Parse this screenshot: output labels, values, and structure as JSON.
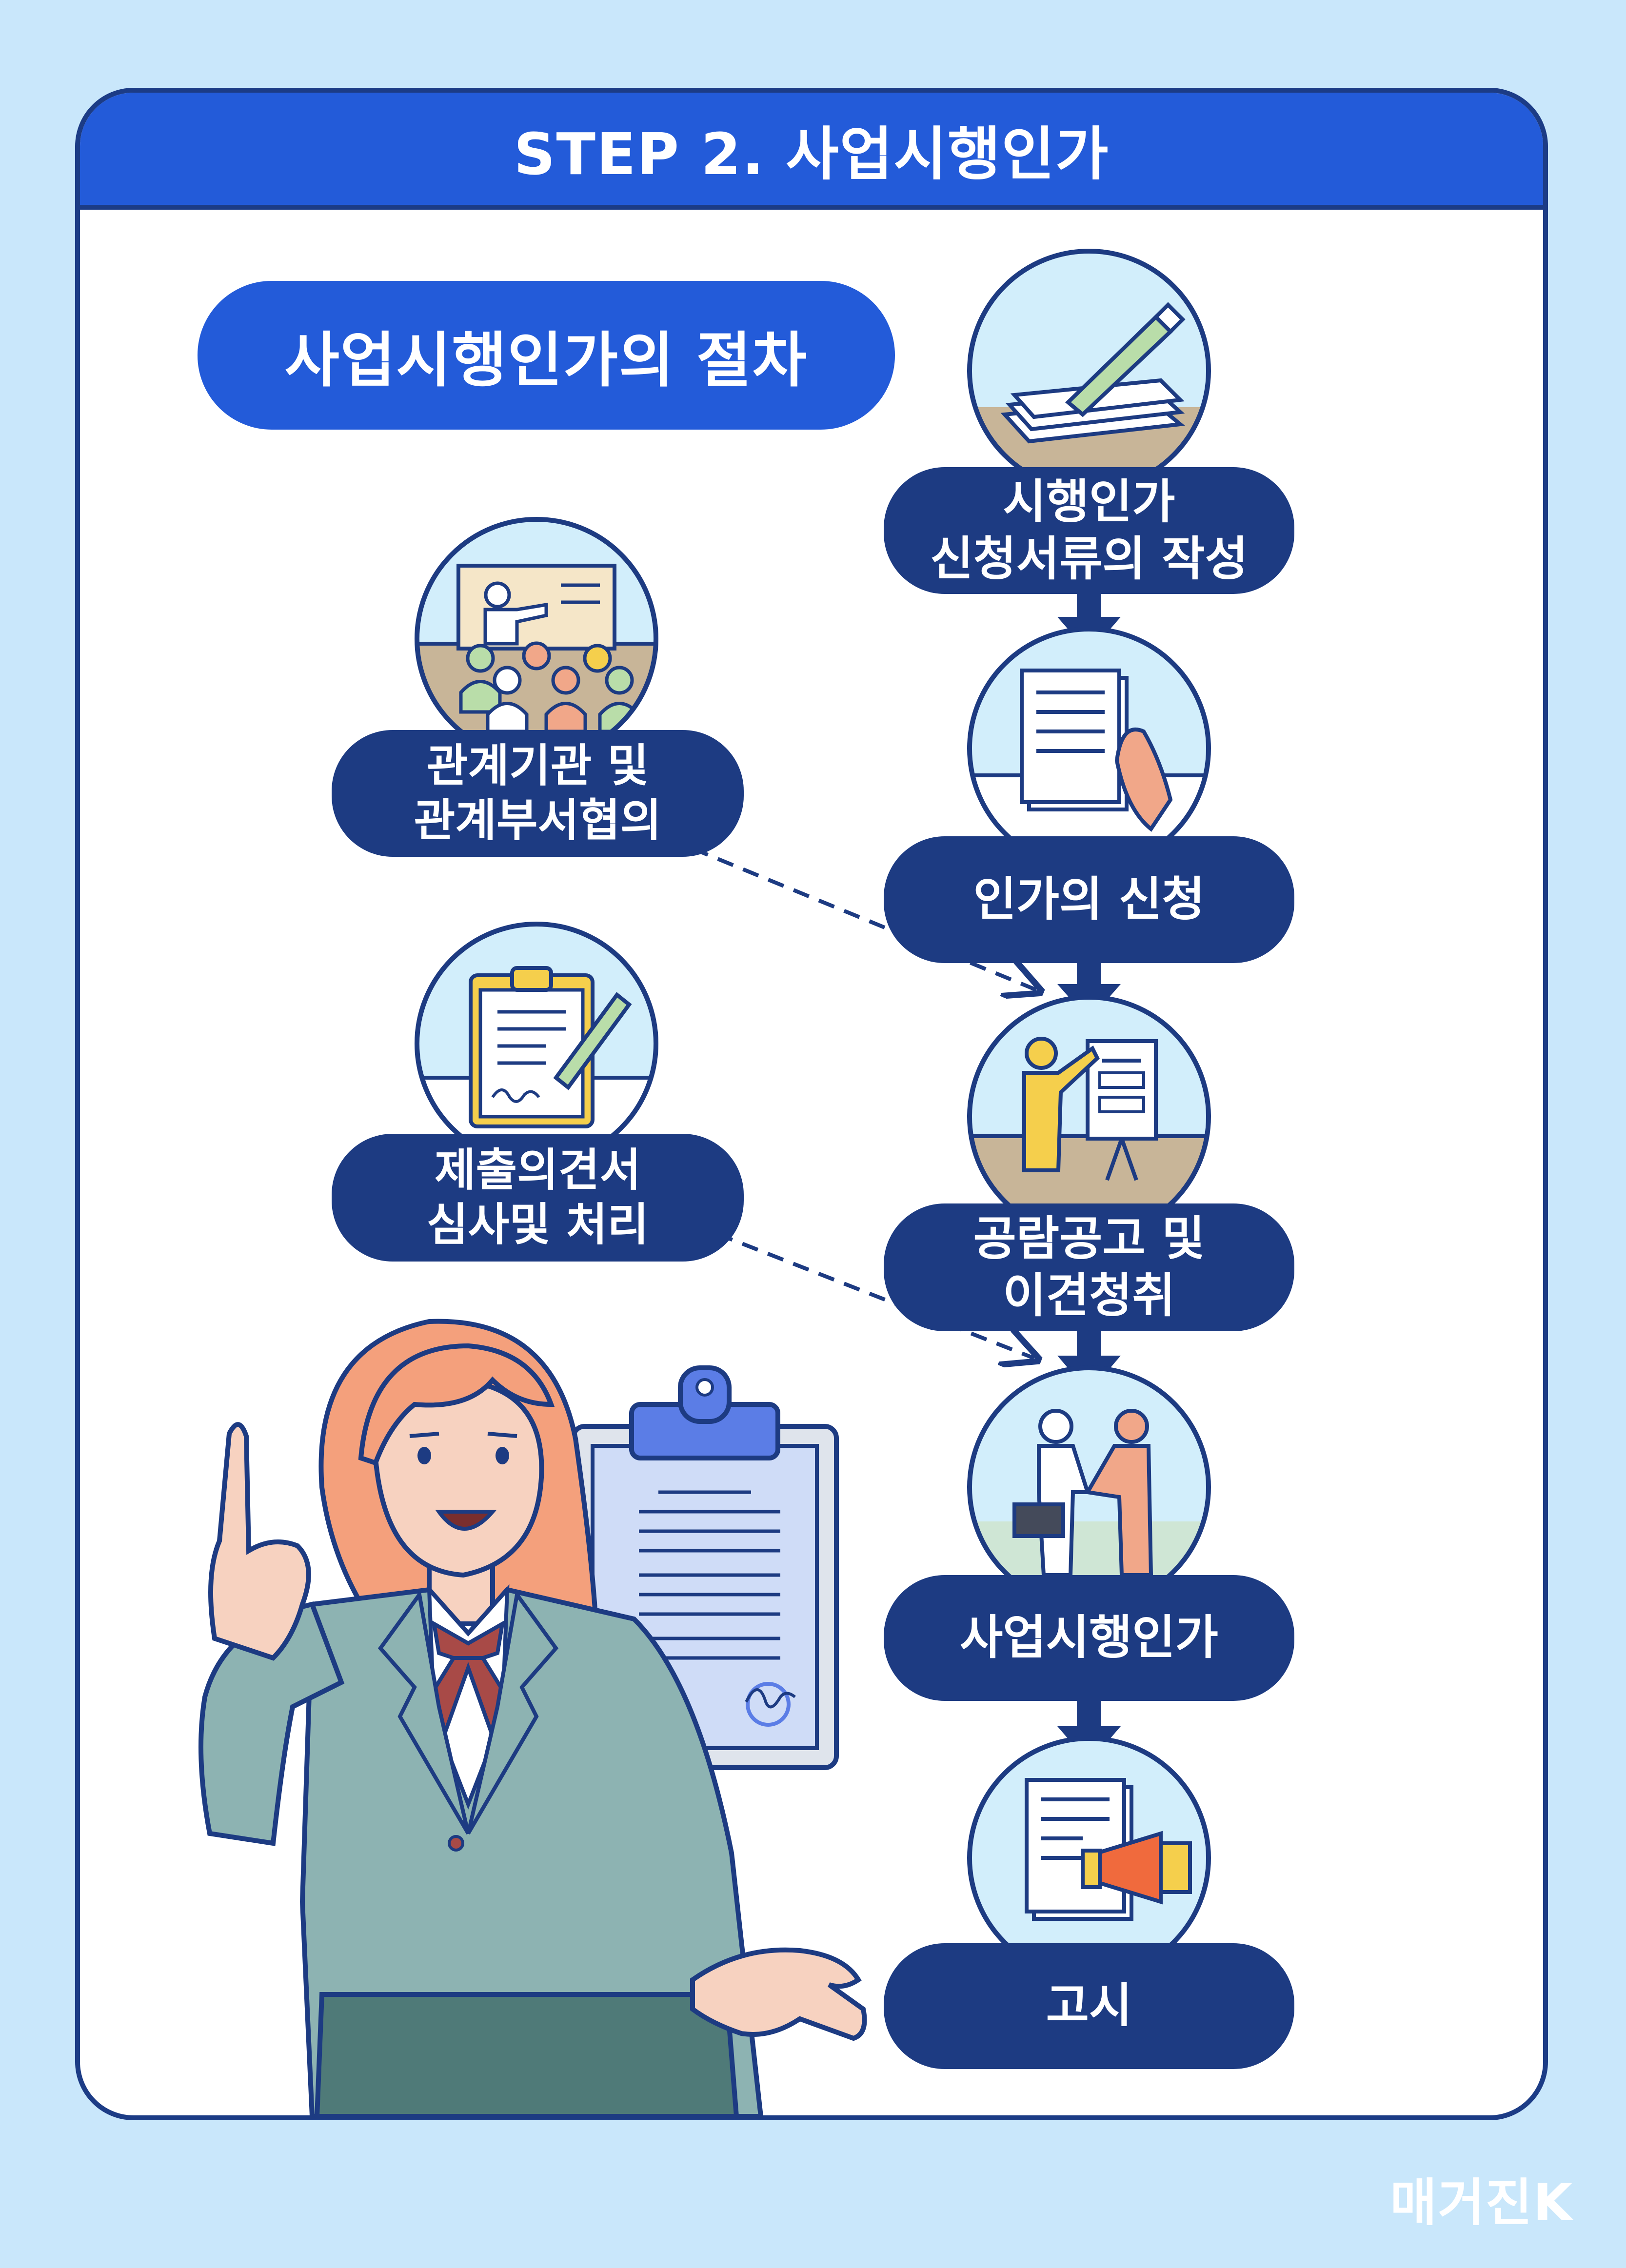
{
  "header": {
    "title": "STEP 2. 사업시행인가"
  },
  "main_title": "사업시행인가의 절차",
  "steps": [
    {
      "label": "시행인가\n신청서류의 작성",
      "icon": "pen-paper-icon"
    },
    {
      "label": "인가의 신청",
      "icon": "document-hand-icon"
    },
    {
      "label": "공람공고 및\n이견청취",
      "icon": "presentation-board-icon"
    },
    {
      "label": "사업시행인가",
      "icon": "handshake-icon"
    },
    {
      "label": "고시",
      "icon": "megaphone-document-icon"
    }
  ],
  "side_steps": [
    {
      "label": "관계기관 및\n관계부서협의",
      "icon": "meeting-icon"
    },
    {
      "label": "제출의견서\n심사및 처리",
      "icon": "clipboard-sign-icon"
    }
  ],
  "brand": "매거진K",
  "colors": {
    "background": "#c9e7fb",
    "navy": "#1d3b82",
    "blue": "#235bd9",
    "circle_sky": "#d2eefb",
    "ground": "#c8b598"
  }
}
